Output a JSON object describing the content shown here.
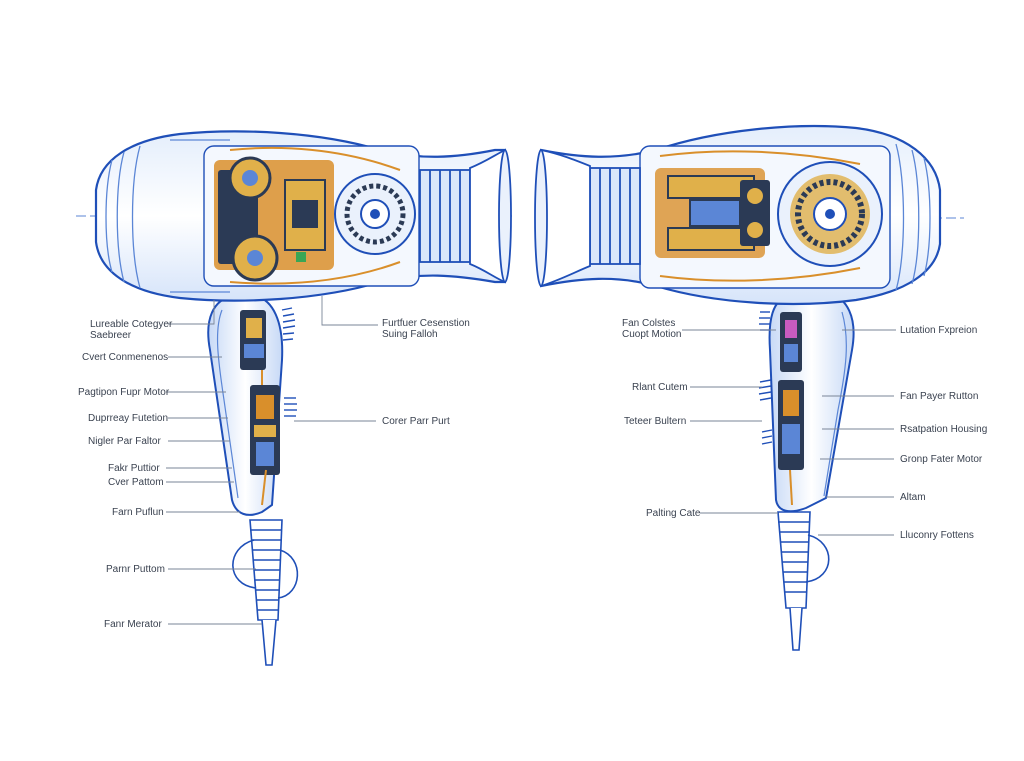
{
  "labels": {
    "left": {
      "l1": "Lureable Cotegyer\nSaebreer",
      "l2": "Cvert Conmenenos",
      "l3": "Pagtipon Fupr Motor",
      "l4": "Duprreay Futetion",
      "l5": "Nigler Par Faltor",
      "l6": "Fakr Puttior",
      "l7": "Cver Pattom",
      "l8": "Farn Puflun",
      "l9": "Parnr Puttom",
      "l10": "Fanr Merator",
      "l11": "Furtfuer Cesenstion\nSuing Falloh",
      "l12": "Corer Parr Purt"
    },
    "right": {
      "r1": "Fan Colstes\nCuopt Motion",
      "r2": "Rlant Cutem",
      "r3": "Teteer Bultern",
      "r4": "Palting Cate",
      "r5": "Lutation Fxpreion",
      "r6": "Fan Payer Rutton",
      "r7": "Rsatpation Housing",
      "r8": "Gronp Fater Motor",
      "r9": "Altam",
      "r10": "Lluconry Fottens"
    }
  },
  "colors": {
    "outline": "#1f4fb8",
    "mid": "#5b86d6",
    "light": "#c9daf5",
    "copper": "#d98f2b",
    "gold": "#e0b04a",
    "dark": "#2b3a55",
    "leader": "#7a8597"
  }
}
